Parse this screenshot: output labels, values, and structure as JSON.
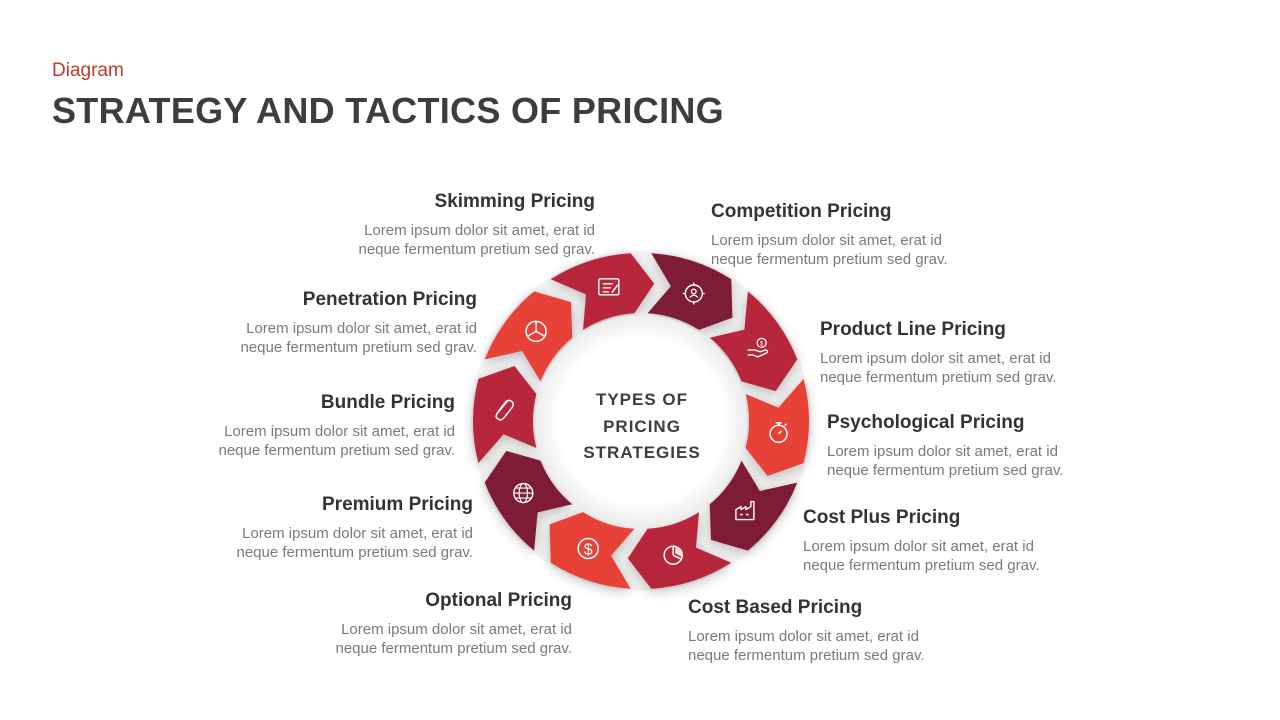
{
  "header": {
    "kicker": "Diagram",
    "title": "STRATEGY AND TACTICS OF PRICING"
  },
  "center": {
    "line1": "TYPES OF",
    "line2": "PRICING",
    "line3": "STRATEGIES"
  },
  "colors": {
    "crimson": "#b8263b",
    "dark_maroon": "#7e1a38",
    "red_orange": "#e84339"
  },
  "segments": [
    {
      "icon": "competition-icon",
      "color": "#7e1a38"
    },
    {
      "icon": "hand-dollar-icon",
      "color": "#b8263b"
    },
    {
      "icon": "stopwatch-icon",
      "color": "#e84339"
    },
    {
      "icon": "factory-icon",
      "color": "#7e1a38"
    },
    {
      "icon": "pie-chart-icon",
      "color": "#b8263b"
    },
    {
      "icon": "dollar-coin-icon",
      "color": "#e84339"
    },
    {
      "icon": "globe-icon",
      "color": "#7e1a38"
    },
    {
      "icon": "paperclip-icon",
      "color": "#b8263b"
    },
    {
      "icon": "three-way-icon",
      "color": "#e84339"
    },
    {
      "icon": "document-icon",
      "color": "#b8263b"
    }
  ],
  "items": {
    "competition": {
      "title": "Competition Pricing",
      "desc1": "Lorem ipsum dolor sit amet, erat id",
      "desc2": "neque fermentum  pretium sed grav."
    },
    "product_line": {
      "title": "Product Line Pricing",
      "desc1": "Lorem ipsum dolor sit amet, erat id",
      "desc2": "neque fermentum  pretium sed grav."
    },
    "psychological": {
      "title": "Psychological  Pricing",
      "desc1": "Lorem ipsum dolor sit amet, erat id",
      "desc2": "neque fermentum  pretium sed grav."
    },
    "cost_plus": {
      "title": "Cost Plus Pricing",
      "desc1": "Lorem ipsum dolor sit amet, erat id",
      "desc2": "neque fermentum  pretium sed grav."
    },
    "cost_based": {
      "title": "Cost Based Pricing",
      "desc1": "Lorem ipsum dolor sit amet, erat id",
      "desc2": "neque fermentum  pretium sed grav."
    },
    "optional": {
      "title": "Optional  Pricing",
      "desc1": "Lorem ipsum dolor sit amet, erat id",
      "desc2": "neque fermentum  pretium sed grav."
    },
    "premium": {
      "title": "Premium Pricing",
      "desc1": "Lorem ipsum dolor sit amet, erat id",
      "desc2": "neque fermentum  pretium sed grav."
    },
    "bundle": {
      "title": "Bundle Pricing",
      "desc1": "Lorem ipsum dolor sit amet, erat id",
      "desc2": "neque fermentum  pretium sed grav."
    },
    "penetration": {
      "title": "Penetration Pricing",
      "desc1": "Lorem ipsum dolor sit amet, erat id",
      "desc2": "neque fermentum  pretium sed grav."
    },
    "skimming": {
      "title": "Skimming Pricing",
      "desc1": "Lorem ipsum dolor sit amet, erat id",
      "desc2": "neque fermentum  pretium sed grav."
    }
  }
}
